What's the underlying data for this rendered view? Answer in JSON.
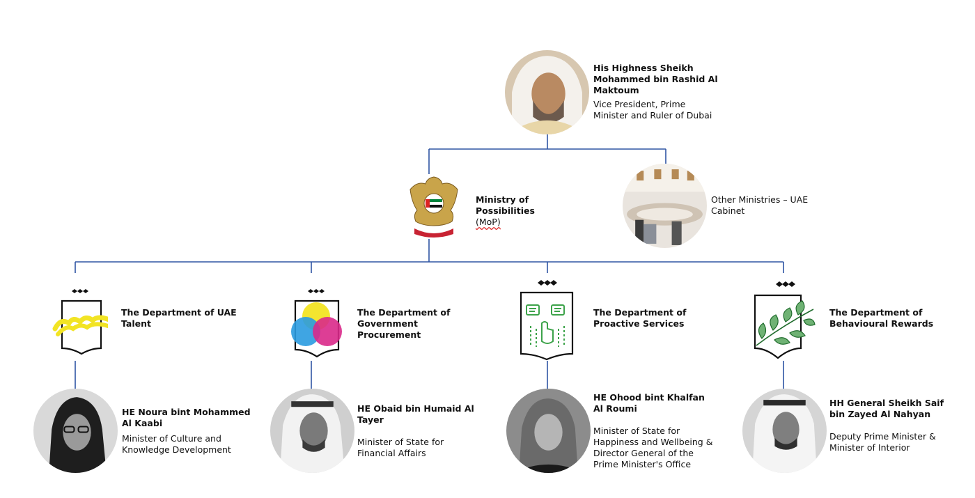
{
  "colors": {
    "connector": "#2f55a4",
    "yellow": "#f2e424",
    "blue": "#2a9be0",
    "magenta": "#d9298a",
    "green": "#3da34a"
  },
  "top": {
    "name": "His Highness Sheikh Mohammed bin Rashid Al Maktoum",
    "title": "Vice President, Prime Minister and Ruler of Dubai",
    "icon": "portrait"
  },
  "mop": {
    "label": "Ministry of Possibilities",
    "abbr": "(MoP)",
    "icon": "uae-emblem-icon"
  },
  "cabinet": {
    "label": "Other Ministries – UAE Cabinet",
    "icon": "cabinet-meeting-photo"
  },
  "departments": [
    {
      "name": "The Department of UAE Talent",
      "icon": "talent-shield-icon",
      "person": "HE Noura bint Mohammed Al Kaabi",
      "role": "Minister of Culture and Knowledge Development"
    },
    {
      "name": "The Department of Government Procurement",
      "icon": "procurement-shield-icon",
      "person": "HE Obaid bin Humaid Al Tayer",
      "role": "Minister of State for Financial Affairs"
    },
    {
      "name": "The Department of Proactive Services",
      "icon": "services-shield-icon",
      "person": "HE Ohood bint Khalfan Al Roumi",
      "role": "Minister of State for Happiness and Wellbeing & Director General of the Prime Minister's Office"
    },
    {
      "name": "The Department of Behavioural Rewards",
      "icon": "rewards-shield-icon",
      "person": "HH General Sheikh Saif bin Zayed Al Nahyan",
      "role": "Deputy Prime Minister & Minister of Interior"
    }
  ]
}
